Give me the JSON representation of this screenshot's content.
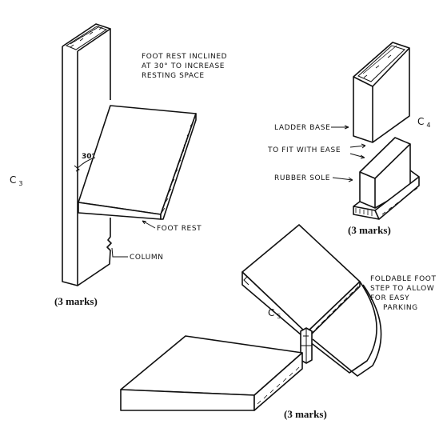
{
  "c3": {
    "label": "C",
    "sub": "3",
    "note_line1": "FOOT REST INCLINED",
    "note_line2": "AT 30° TO INCREASE",
    "note_line3": "RESTING SPACE",
    "angle": "30°",
    "foot_rest": "FOOT REST",
    "column": "COLUMN",
    "marks": "(3 marks)"
  },
  "c4": {
    "label": "C",
    "sub": "4",
    "ladder_base": "LADDER BASE",
    "fit": "TO FIT WITH EASE",
    "rubber_sole": "RUBBER SOLE",
    "marks": "(3 marks)"
  },
  "c5": {
    "label": "C",
    "sub": "5",
    "note_line1": "FOLDABLE FOOT",
    "note_line2": "STEP TO ALLOW",
    "note_line3": "FOR EASY",
    "note_line4": "PARKING",
    "marks": "(3 marks)"
  }
}
